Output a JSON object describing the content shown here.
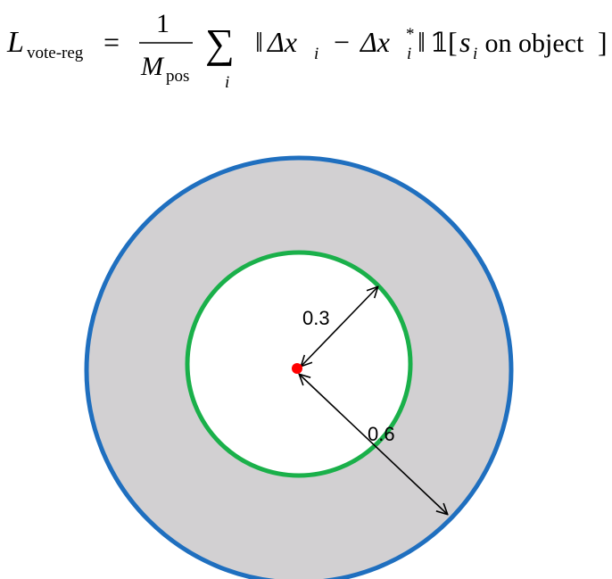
{
  "formula": {
    "lhs_symbol": "L",
    "lhs_subscript": "vote-reg",
    "equals": "=",
    "frac_numerator": "1",
    "frac_denominator": "M",
    "frac_denominator_subscript": "pos",
    "sum_symbol": "∑",
    "sum_index": "i",
    "open_norm": "‖",
    "delta_x": "Δx",
    "delta_x_sub": "i",
    "minus": "−",
    "delta_x_star": "Δx",
    "delta_x_star_sub": "i",
    "delta_x_star_sup": "*",
    "close_norm": "‖",
    "indicator": "𝟙",
    "indicator_open": "[",
    "s_symbol": "s",
    "s_sub": "i",
    "indicator_text": " on object",
    "indicator_close": "]"
  },
  "diagram": {
    "colors": {
      "outer_ring_stroke": "#1f6fbf",
      "annulus_fill": "#d2d0d2",
      "inner_circle_stroke": "#1ab04a",
      "inner_circle_fill": "#ffffff",
      "center_point": "#ff0000",
      "arrow": "#000000"
    },
    "labels": {
      "inner_radius": "0.3",
      "outer_radius": "0.6"
    }
  }
}
